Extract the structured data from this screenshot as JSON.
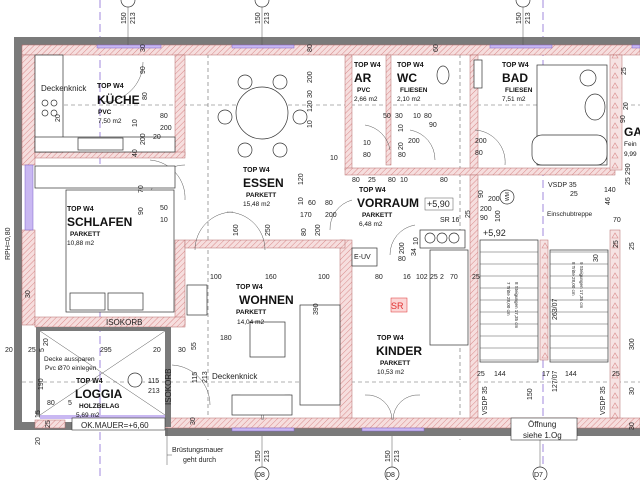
{
  "plan": {
    "colors": {
      "wall_hatch": "#e8a6a6",
      "outer_wall": "#7a7a7a",
      "window": "#c9b8f2",
      "axis": "#8a6bd6",
      "marker_sr": "#e03030"
    },
    "rooms": [
      {
        "top": "TOP W4",
        "name": "KÜCHE",
        "floor": "PVC",
        "area": "7,50 m2"
      },
      {
        "top": "TOP W4",
        "name": "ESSEN",
        "floor": "PARKETT",
        "area": "15,48 m2"
      },
      {
        "top": "TOP W4",
        "name": "SCHLAFEN",
        "floor": "PARKETT",
        "area": "10,88 m2"
      },
      {
        "top": "TOP W4",
        "name": "AR",
        "floor": "PVC",
        "area": "2,66 m2"
      },
      {
        "top": "TOP W4",
        "name": "WC",
        "floor": "FLIESEN",
        "area": "2,10 m2"
      },
      {
        "top": "TOP W4",
        "name": "BAD",
        "floor": "FLIESEN",
        "area": "7,51 m2"
      },
      {
        "top": "TOP W4",
        "name": "VORRAUM",
        "floor": "PARKETT",
        "area": "6,48 m2"
      },
      {
        "top": "TOP W4",
        "name": "WOHNEN",
        "floor": "PARKETT",
        "area": "14,04 m2"
      },
      {
        "top": "TOP W4",
        "name": "KINDER",
        "floor": "PARKETT",
        "area": "10,53 m2"
      },
      {
        "top": "TOP W4",
        "name": "LOGGIA",
        "floor": "HOLZBELAG",
        "area": "5,69 m2"
      },
      {
        "name": "GA",
        "floor": "Fein",
        "area": "9,99"
      }
    ],
    "notes": {
      "deckenknick_1": "Deckenknick",
      "deckenknick_2": "Deckenknick",
      "isokorb_h": "ISOKORB",
      "isokorb_v": "ISOKORB",
      "decke_1": "Decke aussparen",
      "decke_2": "Pvc Ø70 einlegen",
      "ok_mauer": "OK.MAUER=+6,60",
      "bruestung_1": "Brüstungsmauer",
      "bruestung_2": "geht durch",
      "oeffnung_1": "Öffnung",
      "oeffnung_2": "siehe 1.Og",
      "level_1": "+5,90",
      "level_2": "+5,92",
      "sr16": "SR 16",
      "euv": "E-UV",
      "sr": "SR",
      "vsdp_1": "VSDP 35",
      "vsdp_2": "VSDP 35",
      "vsdp_3": "VSDP 35",
      "einschub": "Einschubtreppe",
      "rph": "RPH=0,80",
      "stair_1": "8 Steigungen 17,35 cm",
      "stair_1b": "7 Tritte 28,00 cm",
      "stair_2": "9 Steigungen 17,35 cm",
      "stair_2b": "8 Tritte 28,00 cm",
      "stair_len": "263/07",
      "stair_len2": "127/07",
      "wm": "WM"
    },
    "window_tags": [
      "150",
      "213",
      "150",
      "213",
      "150",
      "213",
      "150",
      "213",
      "150",
      "213"
    ],
    "door_tags": [
      "D8",
      "D8",
      "D7"
    ],
    "dimensions": [
      "30",
      "90",
      "80",
      "200",
      "10",
      "20",
      "80",
      "200",
      "40",
      "50",
      "10",
      "70",
      "90",
      "80",
      "200",
      "30",
      "120",
      "10",
      "120",
      "10",
      "60",
      "170",
      "80",
      "200",
      "80",
      "200",
      "60",
      "50",
      "30",
      "10",
      "80",
      "90",
      "10",
      "20",
      "10",
      "80",
      "200",
      "80",
      "200",
      "80",
      "200",
      "90",
      "80",
      "25",
      "80",
      "10",
      "80",
      "100",
      "90",
      "200",
      "25",
      "140",
      "46",
      "70",
      "25",
      "25",
      "20",
      "90",
      "290",
      "25",
      "10",
      "34",
      "200",
      "80",
      "25",
      "70",
      "80",
      "16",
      "102",
      "2",
      "25",
      "25",
      "100",
      "160",
      "100",
      "390",
      "30",
      "20",
      "25",
      "5",
      "20",
      "295",
      "20",
      "30",
      "55",
      "115",
      "213",
      "115",
      "213",
      "190",
      "80",
      "5",
      "15",
      "25",
      "30",
      "20",
      "25",
      "144",
      "17",
      "144",
      "25",
      "150",
      "30",
      "300",
      "25",
      "30",
      "20",
      "30",
      "250",
      "160",
      "10",
      "180"
    ]
  }
}
